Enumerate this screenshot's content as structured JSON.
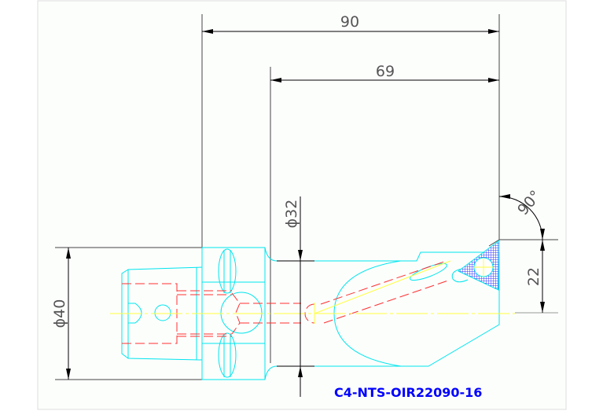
{
  "drawing": {
    "part_number": "C4-NTS-OIR22090-16",
    "dimensions": {
      "overall_length": "90",
      "shank_length": "69",
      "shank_diameter": "ϕ32",
      "coupling_diameter": "ϕ40",
      "offset": "22",
      "angle": "90°"
    }
  },
  "colors": {
    "outline": "#00e5ee",
    "hidden": "#ff3030",
    "center": "#ffff40",
    "dimension": "#000000",
    "insert": "#3a3aff",
    "label": "#0000ff",
    "sheet": "#fcfefc"
  }
}
